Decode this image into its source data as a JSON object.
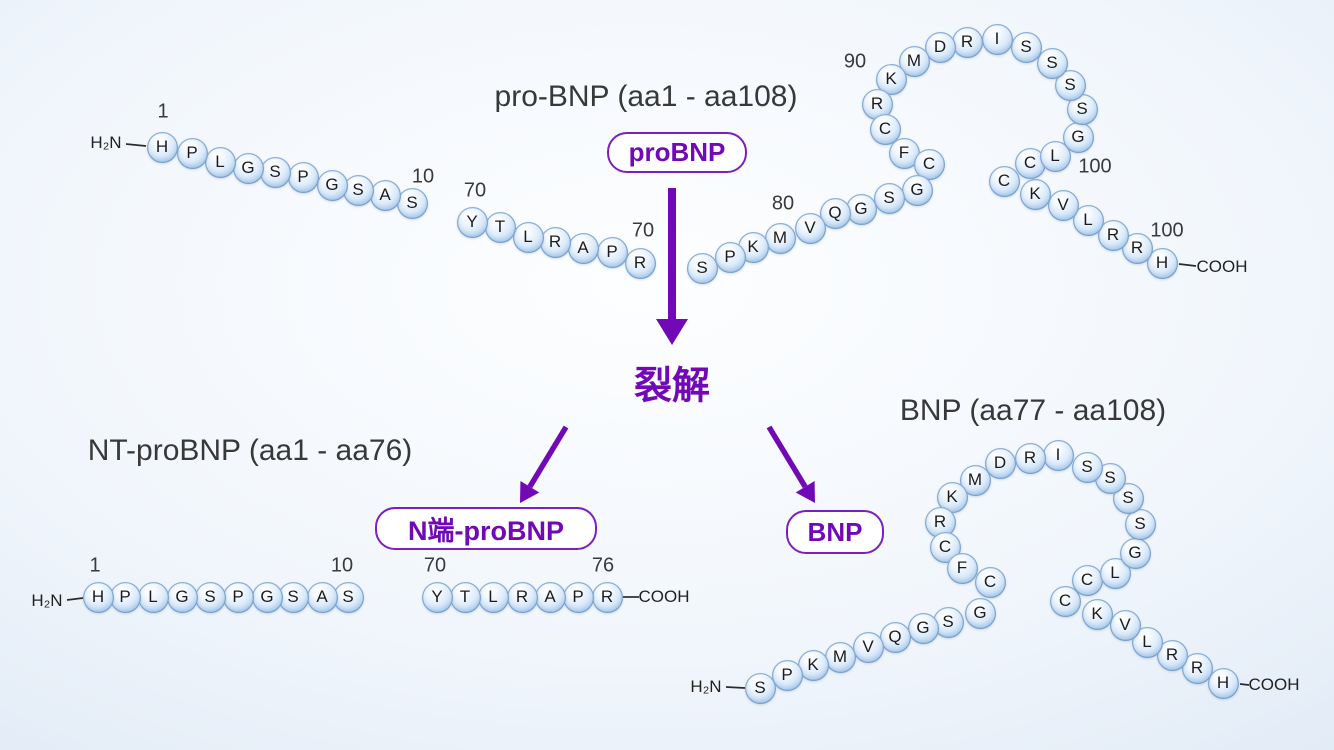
{
  "colors": {
    "accent_purple": "#7209b7",
    "box_border_purple": "#7b1fc0",
    "connector_dark": "#2b2b2b",
    "bead_rim_blue": "#7fa9d8"
  },
  "titles": {
    "probnp": "pro-BNP (aa1 - aa108)",
    "ntprobnp": "NT-proBNP (aa1 - aa76)",
    "bnp": "BNP (aa77 - aa108)"
  },
  "boxes": {
    "probnp": "proBNP",
    "ntprobnp": "N端-proBNP",
    "bnp": "BNP"
  },
  "cleavage_label": "裂解",
  "chains": [
    {
      "name": "probnp-n-terminal-segment",
      "beads": [
        [
          "H",
          162,
          147
        ],
        [
          "P",
          192,
          153
        ],
        [
          "L",
          220,
          162
        ],
        [
          "G",
          248,
          168
        ],
        [
          "S",
          275,
          172
        ],
        [
          "P",
          303,
          177
        ],
        [
          "G",
          332,
          185
        ],
        [
          "S",
          358,
          190
        ],
        [
          "A",
          385,
          195
        ],
        [
          "S",
          412,
          203
        ]
      ],
      "labels": [
        [
          "1",
          163,
          112
        ],
        [
          "10",
          423,
          177
        ]
      ],
      "terminals": [
        [
          "H₂N",
          106,
          143
        ]
      ]
    },
    {
      "name": "probnp-middle-segment",
      "beads": [
        [
          "Y",
          472,
          222
        ],
        [
          "T",
          500,
          227
        ],
        [
          "L",
          528,
          237
        ],
        [
          "R",
          555,
          242
        ],
        [
          "A",
          583,
          248
        ],
        [
          "P",
          612,
          252
        ],
        [
          "R",
          640,
          263
        ]
      ],
      "labels": [
        [
          "70",
          475,
          191
        ],
        [
          "70",
          643,
          231
        ]
      ],
      "terminals": []
    },
    {
      "name": "probnp-c-terminal-segment",
      "beads": [
        [
          "S",
          702,
          268
        ],
        [
          "P",
          730,
          257
        ],
        [
          "K",
          753,
          247
        ],
        [
          "M",
          780,
          238
        ],
        [
          "V",
          810,
          228
        ],
        [
          "Q",
          835,
          213
        ],
        [
          "G",
          861,
          209
        ],
        [
          "S",
          889,
          198
        ],
        [
          "G",
          917,
          190
        ],
        [
          "C",
          929,
          164
        ],
        [
          "F",
          904,
          153
        ],
        [
          "C",
          885,
          129
        ],
        [
          "R",
          877,
          104
        ],
        [
          "K",
          891,
          79
        ],
        [
          "M",
          914,
          61
        ],
        [
          "D",
          940,
          47
        ],
        [
          "R",
          967,
          42
        ],
        [
          "I",
          997,
          39
        ],
        [
          "S",
          1026,
          47
        ],
        [
          "S",
          1052,
          63
        ],
        [
          "S",
          1070,
          85
        ],
        [
          "S",
          1082,
          109
        ],
        [
          "G",
          1078,
          137
        ],
        [
          "L",
          1055,
          156
        ],
        [
          "C",
          1030,
          163
        ],
        [
          "C",
          1004,
          181
        ],
        [
          "K",
          1035,
          194
        ],
        [
          "V",
          1063,
          205
        ],
        [
          "L",
          1088,
          220
        ],
        [
          "R",
          1113,
          235
        ],
        [
          "R",
          1137,
          248
        ],
        [
          "H",
          1162,
          263
        ]
      ],
      "labels": [
        [
          "80",
          783,
          204
        ],
        [
          "90",
          855,
          62
        ],
        [
          "100",
          1095,
          167
        ],
        [
          "100",
          1167,
          231
        ]
      ],
      "terminals": [
        [
          "COOH",
          1222,
          267
        ]
      ]
    },
    {
      "name": "ntprobnp-n-terminal",
      "beads": [
        [
          "H",
          98,
          597
        ],
        [
          "P",
          125,
          597
        ],
        [
          "L",
          153,
          597
        ],
        [
          "G",
          182,
          597
        ],
        [
          "S",
          210,
          597
        ],
        [
          "P",
          238,
          597
        ],
        [
          "G",
          267,
          597
        ],
        [
          "S",
          293,
          597
        ],
        [
          "A",
          322,
          597
        ],
        [
          "S",
          348,
          597
        ]
      ],
      "labels": [
        [
          "1",
          95,
          566
        ],
        [
          "10",
          342,
          566
        ]
      ],
      "terminals": [
        [
          "H₂N",
          47,
          601
        ]
      ]
    },
    {
      "name": "ntprobnp-c-terminal",
      "beads": [
        [
          "Y",
          437,
          597
        ],
        [
          "T",
          465,
          597
        ],
        [
          "L",
          493,
          597
        ],
        [
          "R",
          522,
          597
        ],
        [
          "A",
          550,
          597
        ],
        [
          "P",
          578,
          597
        ],
        [
          "R",
          607,
          597
        ]
      ],
      "labels": [
        [
          "70",
          435,
          566
        ],
        [
          "76",
          603,
          566
        ]
      ],
      "terminals": [
        [
          "COOH",
          664,
          597
        ]
      ]
    },
    {
      "name": "bnp-chain",
      "beads": [
        [
          "S",
          760,
          688
        ],
        [
          "P",
          787,
          675
        ],
        [
          "K",
          813,
          665
        ],
        [
          "M",
          840,
          657
        ],
        [
          "V",
          868,
          647
        ],
        [
          "Q",
          895,
          637
        ],
        [
          "G",
          923,
          628
        ],
        [
          "S",
          948,
          622
        ],
        [
          "G",
          980,
          613
        ],
        [
          "C",
          990,
          582
        ],
        [
          "F",
          962,
          568
        ],
        [
          "C",
          945,
          547
        ],
        [
          "R",
          940,
          522
        ],
        [
          "K",
          952,
          497
        ],
        [
          "M",
          975,
          480
        ],
        [
          "D",
          1000,
          463
        ],
        [
          "R",
          1030,
          458
        ],
        [
          "I",
          1058,
          455
        ],
        [
          "S",
          1087,
          467
        ],
        [
          "S",
          1110,
          478
        ],
        [
          "S",
          1128,
          498
        ],
        [
          "S",
          1140,
          524
        ],
        [
          "G",
          1135,
          553
        ],
        [
          "L",
          1115,
          573
        ],
        [
          "C",
          1087,
          580
        ],
        [
          "C",
          1065,
          601
        ],
        [
          "K",
          1097,
          614
        ],
        [
          "V",
          1125,
          625
        ],
        [
          "L",
          1147,
          642
        ],
        [
          "R",
          1172,
          655
        ],
        [
          "R",
          1197,
          668
        ],
        [
          "H",
          1223,
          683
        ]
      ],
      "labels": [],
      "terminals": [
        [
          "H₂N",
          706,
          687
        ],
        [
          "COOH",
          1274,
          685
        ]
      ]
    }
  ],
  "lines": [
    [
      126,
      144,
      146,
      146
    ],
    [
      1179,
      264,
      1196,
      266
    ],
    [
      67,
      600,
      83,
      598
    ],
    [
      623,
      597,
      639,
      597
    ],
    [
      726,
      687,
      745,
      688
    ],
    [
      1240,
      684,
      1249,
      685
    ]
  ],
  "arrows": [
    [
      672,
      188,
      672,
      345,
      8,
      26,
      32
    ],
    [
      566,
      427,
      520,
      503,
      5.5,
      19,
      22
    ],
    [
      769,
      427,
      815,
      503,
      5.5,
      19,
      22
    ]
  ]
}
